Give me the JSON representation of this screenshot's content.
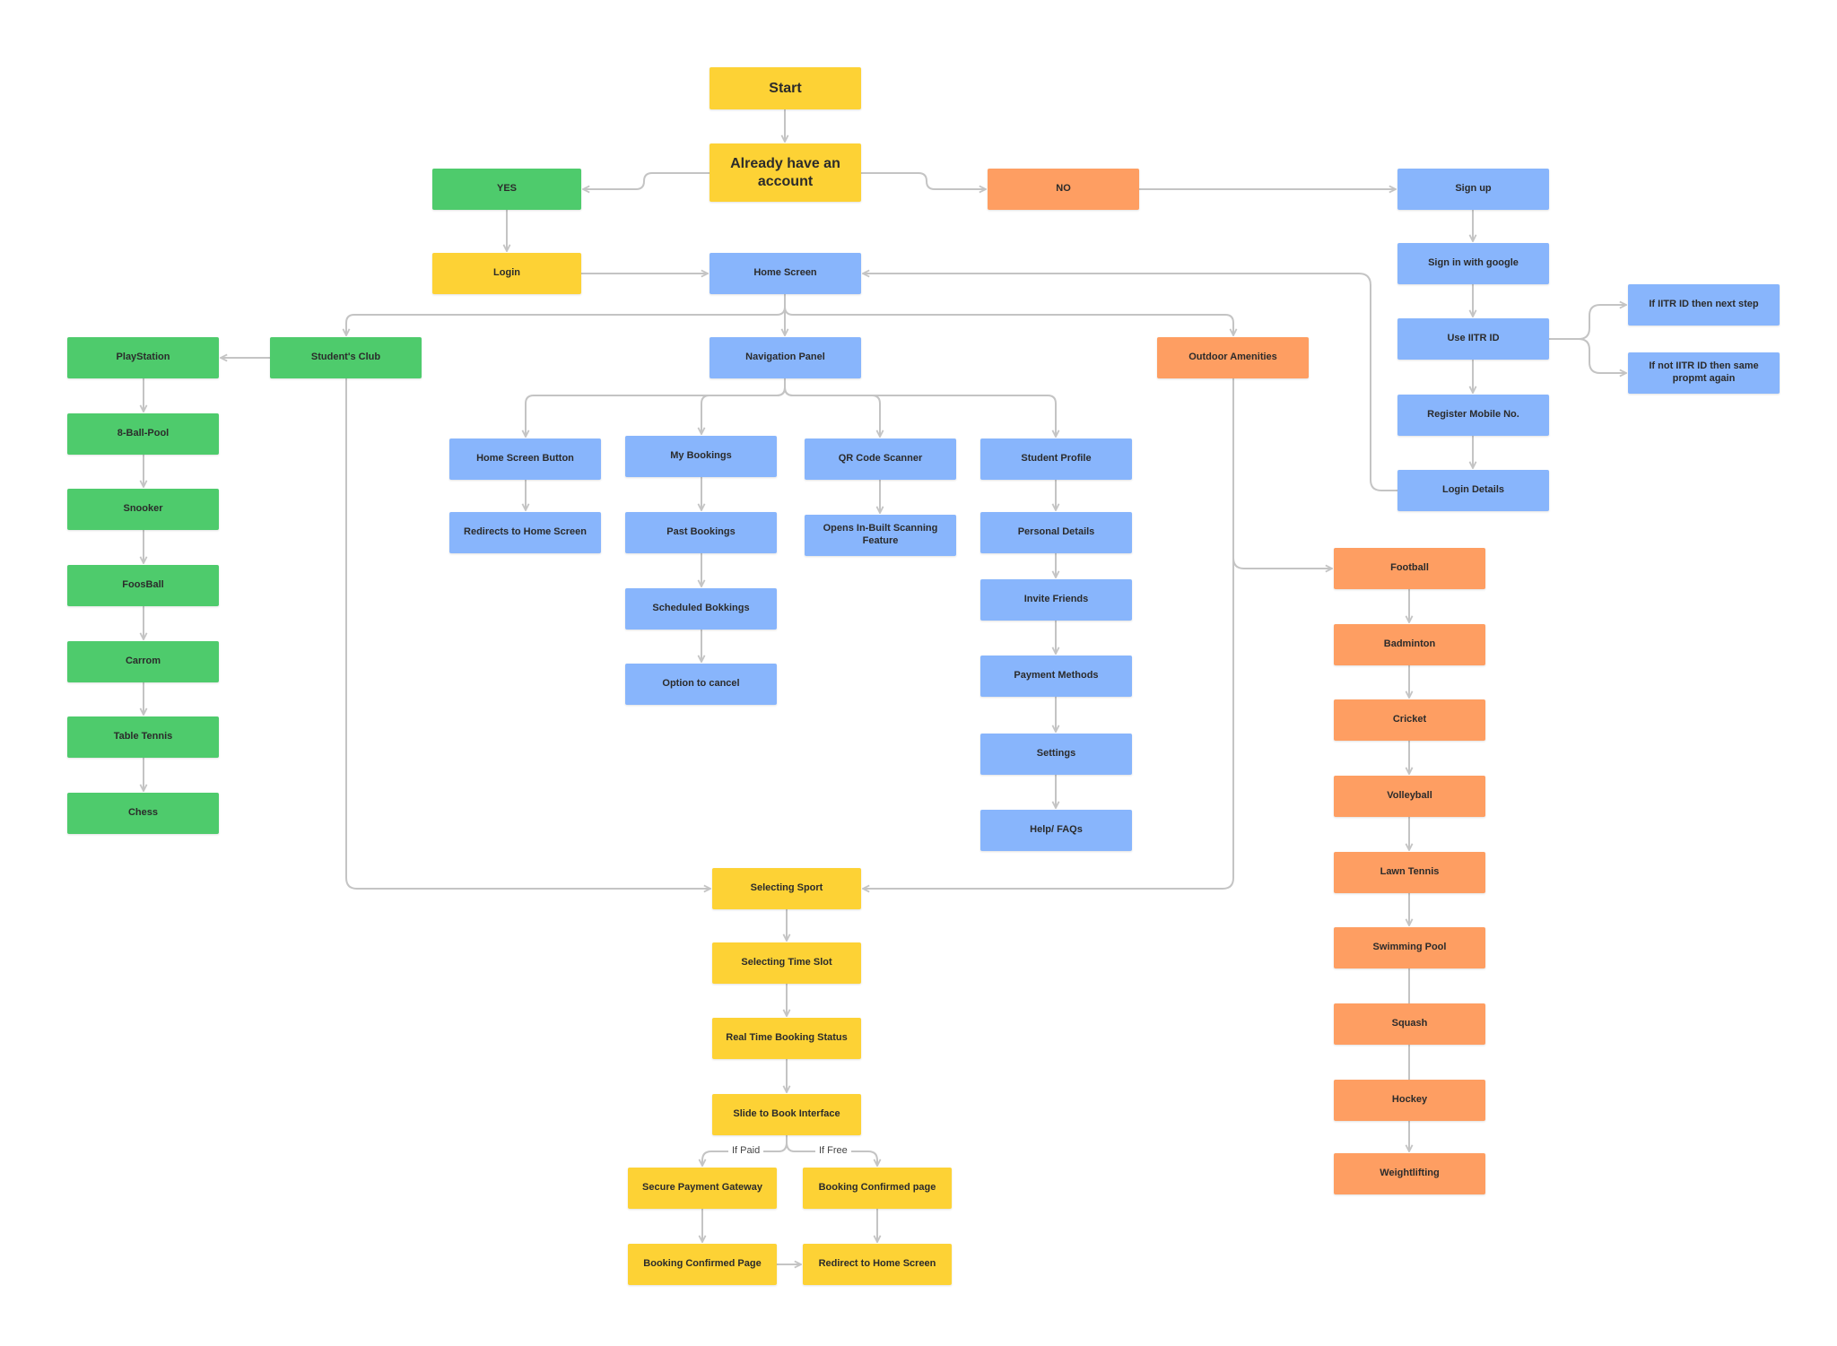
{
  "colors": {
    "yellow": "#fdd235",
    "green": "#4ecb6c",
    "blue": "#88b5fc",
    "orange": "#fe9e62",
    "connector": "#c4c4c4"
  },
  "nodes": {
    "start": "Start",
    "already": "Already have an account",
    "yes": "YES",
    "no": "NO",
    "login": "Login",
    "home": "Home Screen",
    "signup": "Sign up",
    "google": "Sign in with google",
    "iitr": "Use IITR ID",
    "iitr_yes": "If IITR ID then next step",
    "iitr_no": "If not IITR ID then same propmt again",
    "mobile": "Register Mobile No.",
    "logindetails": "Login Details",
    "club": "Student's Club",
    "playstation": "PlayStation",
    "pool": "8-Ball-Pool",
    "snooker": "Snooker",
    "foosball": "FoosBall",
    "carrom": "Carrom",
    "tt": "Table Tennis",
    "chess": "Chess",
    "nav": "Navigation Panel",
    "hsbtn": "Home Screen Button",
    "redirect": "Redirects to Home Screen",
    "mybook": "My Bookings",
    "past": "Past Bookings",
    "sched": "Scheduled Bokkings",
    "cancel": "Option to cancel",
    "qr": "QR Code Scanner",
    "scan": "Opens In-Built Scanning Feature",
    "profile": "Student Profile",
    "personal": "Personal Details",
    "invite": "Invite Friends",
    "payment": "Payment Methods",
    "settings": "Settings",
    "help": "Help/ FAQs",
    "outdoor": "Outdoor Amenities",
    "football": "Football",
    "badminton": "Badminton",
    "cricket": "Cricket",
    "volleyball": "Volleyball",
    "lawn": "Lawn Tennis",
    "swim": "Swimming Pool",
    "squash": "Squash",
    "hockey": "Hockey",
    "weight": "Weightlifting",
    "selsport": "Selecting Sport",
    "seltime": "Selecting Time Slot",
    "realtime": "Real Time Booking Status",
    "slide": "Slide to Book Interface",
    "secure": "Secure Payment Gateway",
    "bcpage": "Booking Confirmed page",
    "bcpage2": "Booking Confirmed Page",
    "redirect2": "Redirect to Home Screen"
  },
  "edge_labels": {
    "paid": "If Paid",
    "free": "If Free"
  }
}
